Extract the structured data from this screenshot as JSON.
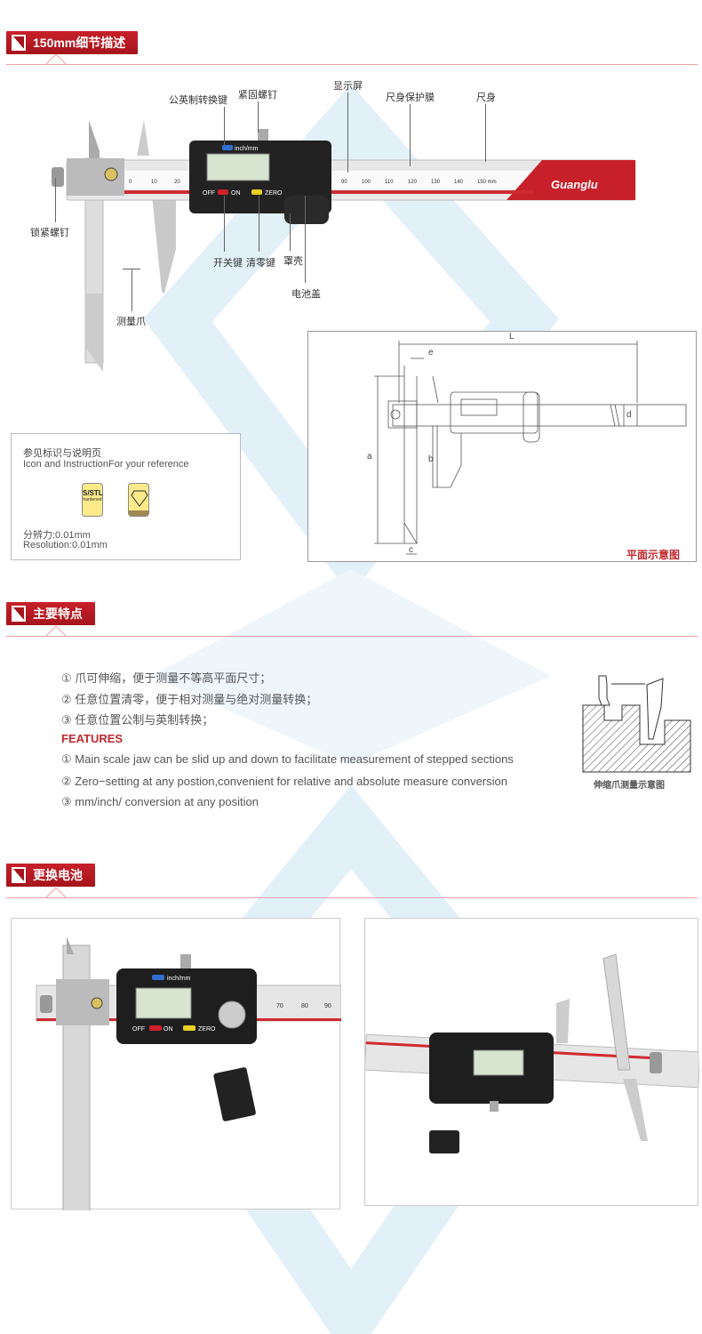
{
  "sections": {
    "detail": {
      "title": "150mm细节描述"
    },
    "features": {
      "title": "主要特点"
    },
    "battery": {
      "title": "更换电池"
    }
  },
  "callouts": {
    "unit_switch": "公英制转换键",
    "fix_screw": "紧固螺钉",
    "display": "显示屏",
    "protect_film": "尺身保护膜",
    "body": "尺身",
    "lock_screw": "锁紧螺钉",
    "power_key": "开关键",
    "zero_key": "清零键",
    "cover": "罩壳",
    "battery_cover": "电池盖",
    "jaw": "测量爪"
  },
  "caliper": {
    "button_label": "inch/mm",
    "off": "OFF",
    "on": "ON",
    "zero": "ZERO",
    "brand": "Guanglu",
    "scale_left": [
      "0",
      "10",
      "20"
    ],
    "scale_right": [
      "90",
      "100",
      "110",
      "120",
      "130",
      "140",
      "150 mm"
    ],
    "scale_photo": [
      "70",
      "80",
      "90"
    ]
  },
  "info": {
    "title_cn": "参见标识与说明页",
    "title_en": "Icon and InstructionFor your reference",
    "badge_main": "S/STL",
    "badge_sub": "hardened",
    "resolution_cn": "分辨力:0.01mm",
    "resolution_en": "Resolution:0.01mm"
  },
  "diagram": {
    "caption": "平面示意图",
    "dims": [
      "L",
      "e",
      "a",
      "b",
      "c",
      "d"
    ]
  },
  "features": {
    "cn": [
      "① 爪可伸缩，便于测量不等高平面尺寸；",
      "② 任意位置清零，便于相对测量与绝对测量转换；",
      "③ 任意位置公制与英制转换；"
    ],
    "heading": "FEATURES",
    "en": [
      "① Main scale jaw can be slid up and down to facilitate measurement of stepped sections",
      "② Zero−setting at any postion,convenient for relative and absolute measure conversion",
      "③ mm/inch/ conversion at any position"
    ],
    "figure_caption": "伸缩爪测量示意图"
  },
  "colors": {
    "accent": "#b3171f",
    "feature_heading": "#c0282e",
    "watermark": "#d6eaf5"
  }
}
